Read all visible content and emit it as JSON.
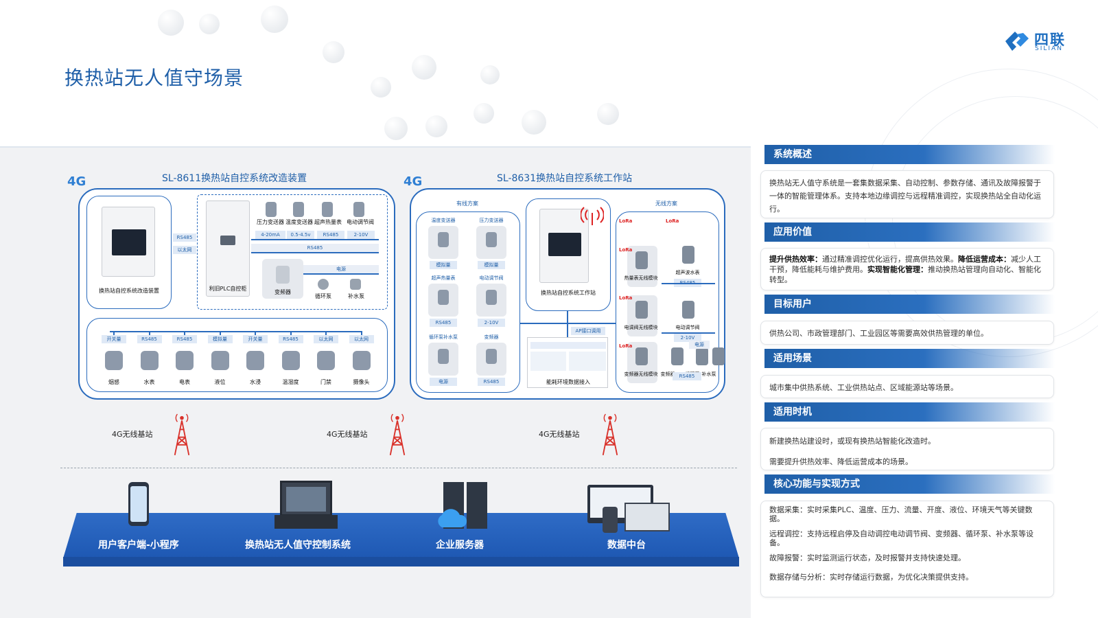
{
  "header": {
    "title": "换热站无人值守场景"
  },
  "logo": {
    "brand": "四联",
    "brand_en": "SILIAN"
  },
  "diagram": {
    "left_system": {
      "title": "SL-8611换热站自控系统改造装置",
      "badge": "4G",
      "main_device_label": "换热站自控系统改造装置",
      "links": [
        "RS485",
        "以太网"
      ],
      "plc_label": "利旧PLC自控柜",
      "sensors": [
        {
          "name": "压力变送器",
          "signal": "4-20mA"
        },
        {
          "name": "温度变送器",
          "signal": "0.5-4.5v"
        },
        {
          "name": "超声热量表",
          "signal": "RS485"
        },
        {
          "name": "电动调节阀",
          "signal": "2-10V"
        }
      ],
      "bus_rs485": "RS485",
      "bus_power": "电源",
      "inverter": "变频器",
      "pumps": [
        "循环泵",
        "补水泵"
      ],
      "bottom_devices": [
        {
          "name": "烟感",
          "signal": "开关量"
        },
        {
          "name": "水表",
          "signal": "RS485"
        },
        {
          "name": "电表",
          "signal": "RS485"
        },
        {
          "name": "液位",
          "signal": "模拟量"
        },
        {
          "name": "水浸",
          "signal": "开关量"
        },
        {
          "name": "温湿度",
          "signal": "RS485"
        },
        {
          "name": "门禁",
          "signal": "以太网"
        },
        {
          "name": "摄像头",
          "signal": "以太网"
        }
      ]
    },
    "right_system": {
      "title": "SL-8631换热站自控系统工作站",
      "badge": "4G",
      "wired_title": "有线方案",
      "wireless_title": "无线方案",
      "wired_items": [
        {
          "name": "温度变送器",
          "sub": "模拟量"
        },
        {
          "name": "压力变送器",
          "sub": "模拟量"
        },
        {
          "name": "超声热量表",
          "sub": "RS485"
        },
        {
          "name": "电动调节阀",
          "sub": "2-10V"
        },
        {
          "name": "循环泵补水泵",
          "sub": "电源"
        },
        {
          "name": "变频器",
          "sub": "RS485"
        }
      ],
      "workstation_label": "换热站自控系统工作站",
      "ap_label": "AP接口调用",
      "screen_label": "能耗环境数据接入",
      "wireless_items": [
        {
          "name": "热量表无线模块"
        },
        {
          "name": "超声波水表",
          "sub": "RS485"
        },
        {
          "name": "电调阀无线模块"
        },
        {
          "name": "电动调节阀",
          "sub": "2-10V"
        },
        {
          "name": "变频器无线模块"
        },
        {
          "name": "变频器"
        },
        {
          "name": "循环泵"
        },
        {
          "name": "补水泵"
        }
      ],
      "lora": "LoRa",
      "power": "电源",
      "rs485": "RS485"
    },
    "towers": [
      "4G无线基站",
      "4G无线基站",
      "4G无线基站"
    ],
    "platform": [
      "用户客户端-小程序",
      "换热站无人值守控制系统",
      "企业服务器",
      "数据中台"
    ]
  },
  "sidebar": {
    "overview": {
      "title": "系统概述",
      "text": "换热站无人值守系统是一套集数据采集、自动控制、参数存储、通讯及故障报警于一体的智能管理体系。支持本地边缘调控与远程精准调控，实现换热站全自动化运行。"
    },
    "value": {
      "title": "应用价值",
      "k1": "提升供热效率：",
      "t1": "通过精准调控优化运行，提高供热效果。",
      "k2": "降低运营成本：",
      "t2": "减少人工干预，降低能耗与维护费用。",
      "k3": "实现智能化管理：",
      "t3": "推动换热站管理向自动化、智能化转型。"
    },
    "users": {
      "title": "目标用户",
      "text": "供热公司、市政管理部门、工业园区等需要高效供热管理的单位。"
    },
    "scenes": {
      "title": "适用场景",
      "text": "城市集中供热系统、工业供热站点、区域能源站等场景。"
    },
    "timing": {
      "title": "适用时机",
      "line1": "新建换热站建设时，或现有换热站智能化改造时。",
      "line2": "需要提升供热效率、降低运营成本的场景。"
    },
    "features": {
      "title": "核心功能与实现方式",
      "items": [
        "数据采集：实时采集PLC、温度、压力、流量、开度、液位、环境天气等关键数据。",
        "远程调控：支持远程启停及自动调控电动调节阀、变频器、循环泵、补水泵等设备。",
        "故障报警：实时监测运行状态，及时报警并支持快速处理。",
        "数据存储与分析：实时存储运行数据，为优化决策提供支持。"
      ]
    }
  }
}
